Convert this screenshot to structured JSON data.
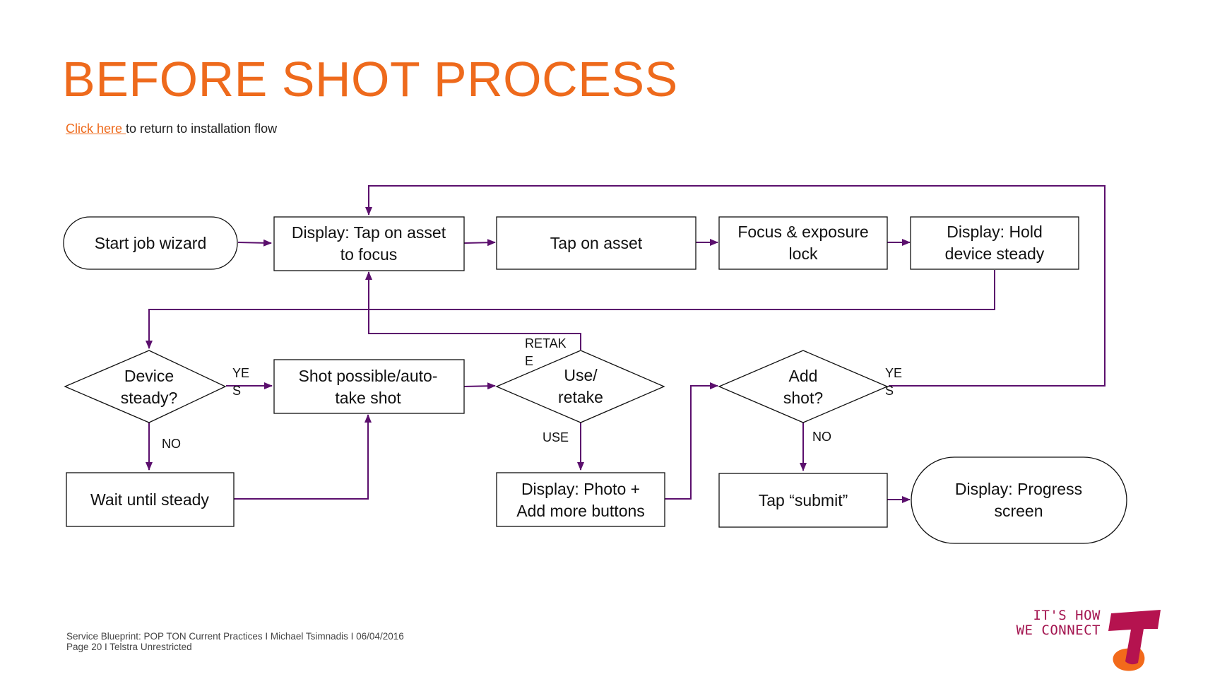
{
  "title": "BEFORE SHOT PROCESS",
  "subtitle": {
    "link_text": "Click here ",
    "rest_text": "to return to installation flow"
  },
  "nodes": {
    "start_job_wizard": [
      "Start job wizard"
    ],
    "display_tap_asset": [
      "Display: Tap on asset",
      "to focus"
    ],
    "tap_on_asset": [
      "Tap on asset"
    ],
    "focus_exposure_lock": [
      "Focus & exposure",
      "lock"
    ],
    "display_hold_steady": [
      "Display: Hold",
      "device steady"
    ],
    "device_steady": [
      "Device",
      "steady?"
    ],
    "shot_possible": [
      "Shot  possible/auto-",
      "take shot"
    ],
    "use_retake": [
      "Use/",
      "retake"
    ],
    "add_shot": [
      "Add",
      "shot?"
    ],
    "wait_until_steady": [
      "Wait until steady"
    ],
    "display_photo": [
      "Display: Photo +",
      "Add more buttons"
    ],
    "tap_submit": [
      "Tap “submit”"
    ],
    "display_progress": [
      "Display: Progress",
      "screen"
    ]
  },
  "edge_labels": {
    "yes_device": [
      "YE",
      "S"
    ],
    "no_device": [
      "NO"
    ],
    "retake": [
      "RETAK",
      "E"
    ],
    "use": [
      "USE"
    ],
    "yes_add": [
      "YE",
      "S"
    ],
    "no_add": [
      "NO"
    ]
  },
  "footer": {
    "line1": "Service Blueprint: POP TON Current Practices  I  Michael Tsimnadis  I  06/04/2016",
    "line2": "Page 20    I Telstra Unrestricted"
  },
  "brand": {
    "tagline_1": "IT'S HOW",
    "tagline_2": "WE CONNECT",
    "logo_icon": "telstra-t-logo"
  },
  "colors": {
    "title": "#ee6a1c",
    "connector": "#5b0f6d",
    "tagline": "#a3144f",
    "logo_top": "#b5134f",
    "logo_bottom": "#f26a1b"
  }
}
